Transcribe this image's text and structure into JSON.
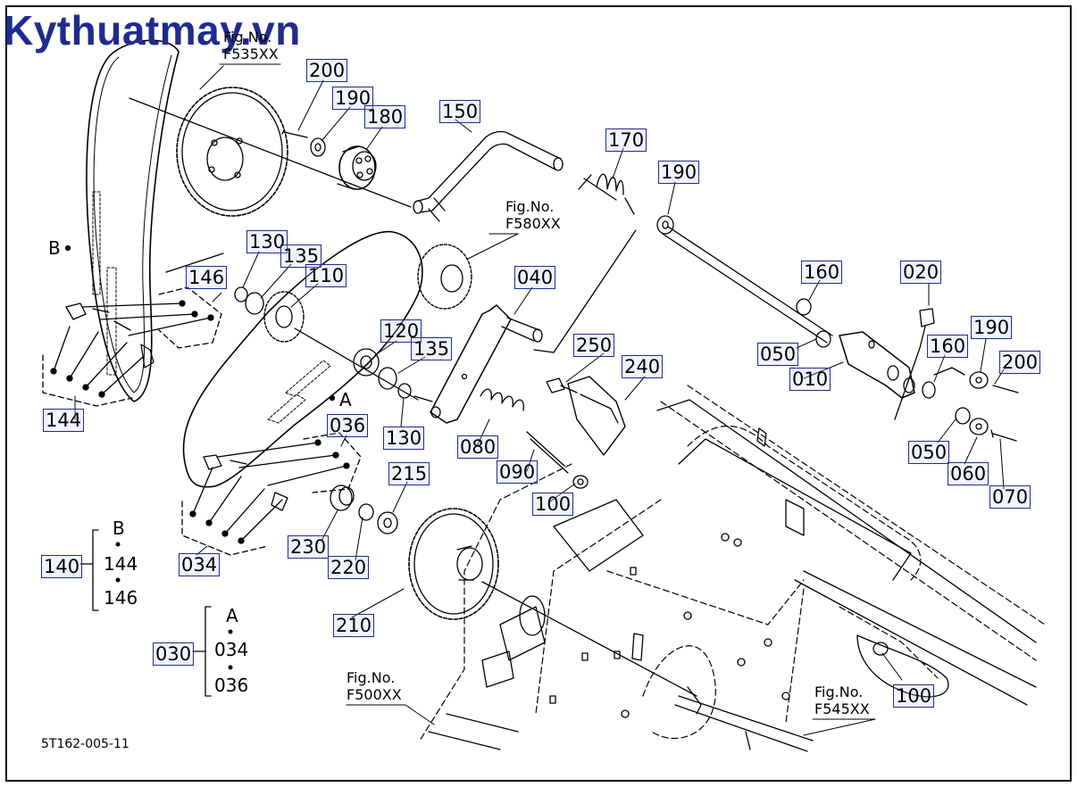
{
  "brand": "Kythuatmay.vn",
  "drawing_code": "5T162-005-11",
  "fig_refs": {
    "f535": {
      "line1": "Fig.No.",
      "line2": "F535XX"
    },
    "f580": {
      "line1": "Fig.No.",
      "line2": "F580XX"
    },
    "f500": {
      "line1": "Fig.No.",
      "line2": "F500XX"
    },
    "f545": {
      "line1": "Fig.No.",
      "line2": "F545XX"
    }
  },
  "parts": {
    "p200a": "200",
    "p190a": "190",
    "p180": "180",
    "p150": "150",
    "p170": "170",
    "p190b": "190",
    "p130a": "130",
    "p135a": "135",
    "p110": "110",
    "p146": "146",
    "p160a": "160",
    "p020": "020",
    "p040": "040",
    "p120": "120",
    "p135b": "135",
    "p250": "250",
    "p240": "240",
    "p050a": "050",
    "p160b": "160",
    "p190c": "190",
    "p200b": "200",
    "p010": "010",
    "p144": "144",
    "p036": "036",
    "p130b": "130",
    "p080": "080",
    "p090": "090",
    "p050b": "050",
    "p060": "060",
    "p070": "070",
    "p215": "215",
    "p100a": "100",
    "p230": "230",
    "p220": "220",
    "p034": "034",
    "p140": "140",
    "p210": "210",
    "p030": "030",
    "p100b": "100"
  },
  "callouts": {
    "B": "B",
    "A": "A"
  },
  "groups": {
    "g140": {
      "head": "B",
      "items": [
        "144",
        "146"
      ]
    },
    "g030": {
      "head": "A",
      "items": [
        "034",
        "036"
      ]
    }
  }
}
